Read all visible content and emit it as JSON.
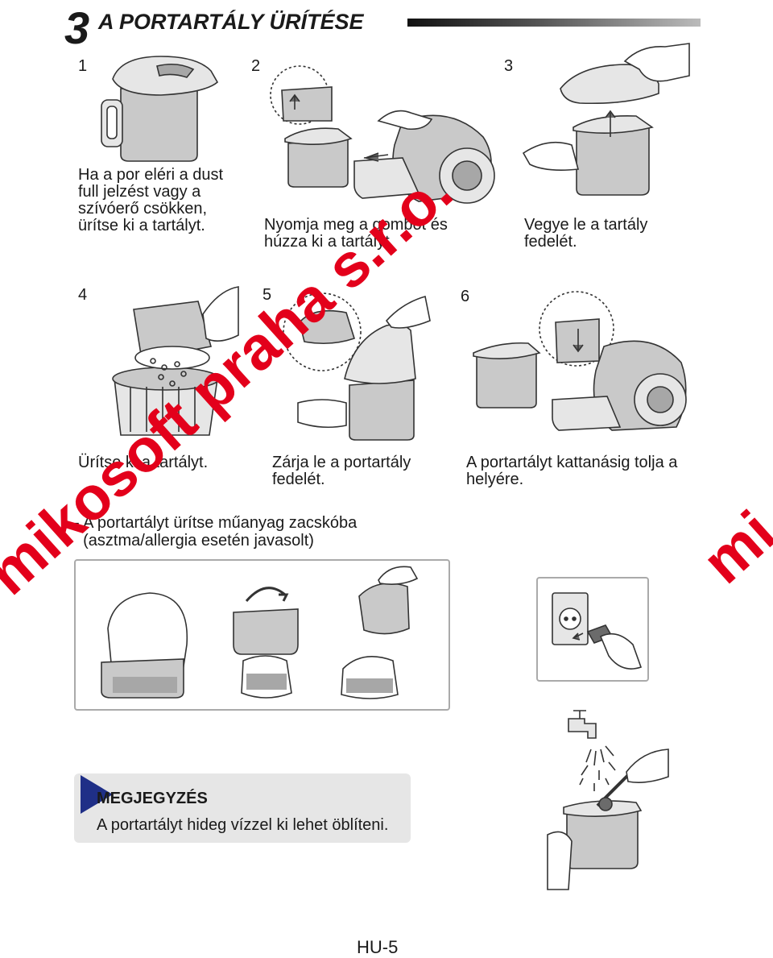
{
  "header": {
    "section_number": "3",
    "section_title": "A PORTARTÁLY ÜRÍTÉSE"
  },
  "steps": [
    {
      "num": "1",
      "caption": [
        "Ha a por eléri a dust",
        "full jelzést vagy a",
        "szívóerő csökken,",
        "ürítse ki a tartályt."
      ]
    },
    {
      "num": "2",
      "caption": [
        "Nyomja meg a gombot és",
        "húzza ki a tartályt"
      ]
    },
    {
      "num": "3",
      "caption": [
        "Vegye le a tartály",
        "fedelét."
      ]
    },
    {
      "num": "4",
      "caption": [
        "Ürítse ki a tartályt."
      ]
    },
    {
      "num": "5",
      "caption": [
        "Zárja le a portartály",
        "fedelét."
      ]
    },
    {
      "num": "6",
      "caption": [
        "A portartályt kattanásig tolja a",
        "helyére."
      ]
    }
  ],
  "bullet": [
    "- A portartályt ürítse műanyag zacskóba",
    "  (asztma/allergia esetén javasolt)"
  ],
  "note": {
    "heading": "MEGJEGYZÉS",
    "text": "A portartályt hideg vízzel ki lehet öblíteni."
  },
  "page_number": "HU-5",
  "watermark": "mikosoft praha s.r.o.",
  "watermark_edge": "mi",
  "colors": {
    "watermark": "#e3001b",
    "note_accent": "#1f2f87",
    "note_bg": "#e6e6e6"
  }
}
